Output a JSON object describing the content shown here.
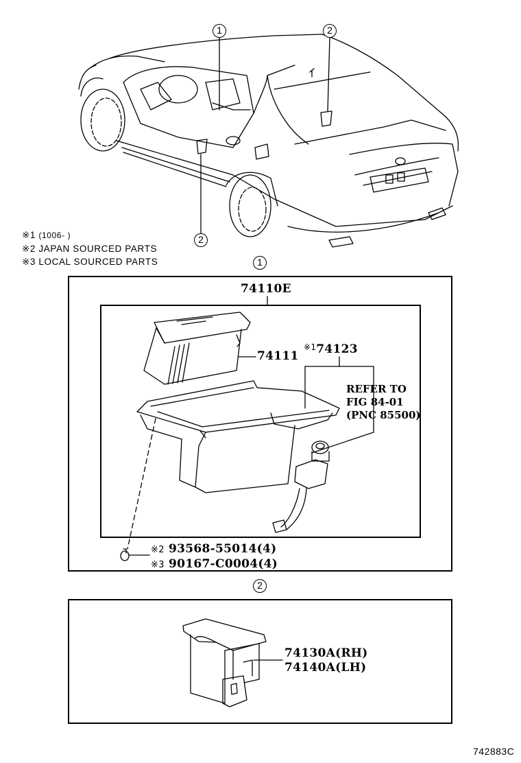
{
  "overview": {
    "callouts": [
      {
        "label": "1"
      },
      {
        "label": "2"
      },
      {
        "label": "2"
      }
    ]
  },
  "legend": [
    {
      "mark": "※1",
      "text": "(1006-     )"
    },
    {
      "mark": "※2",
      "text": "JAPAN SOURCED PARTS"
    },
    {
      "mark": "※3",
      "text": "LOCAL SOURCED PARTS"
    }
  ],
  "section1": {
    "callout": "1",
    "assembly_part": "74110E",
    "parts": [
      {
        "number": "74111",
        "mark": ""
      },
      {
        "number": "74123",
        "mark": "※1"
      }
    ],
    "reference": [
      "REFER TO",
      "FIG 84-01",
      "(PNC 85500)"
    ],
    "fasteners": [
      {
        "mark": "※2",
        "number": "93568-55014",
        "qty": "(4)"
      },
      {
        "mark": "※3",
        "number": "90167-C0004",
        "qty": "(4)"
      }
    ]
  },
  "section2": {
    "callout": "2",
    "parts": [
      {
        "number": "74130A",
        "side": "(RH)"
      },
      {
        "number": "74140A",
        "side": "(LH)"
      }
    ]
  },
  "figure_code": "742883C"
}
